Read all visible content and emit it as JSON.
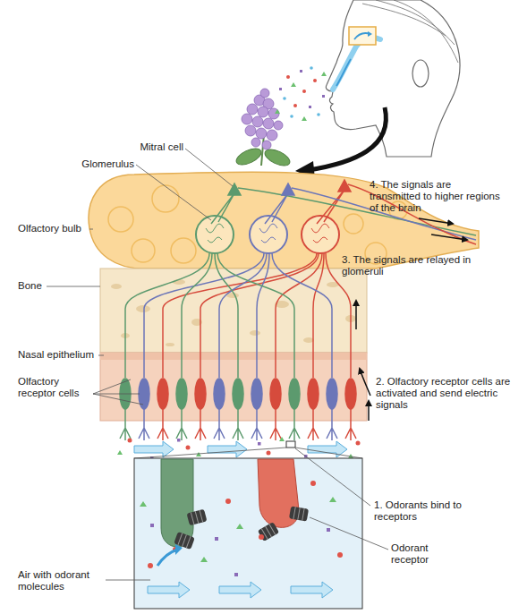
{
  "diagram": {
    "labels": [
      "Mitral cell",
      "Glomerulus",
      "4. The signals are transmitted to higher regions of the brain",
      "Olfactory bulb",
      "3. The signals are relayed in glomeruli",
      "Bone",
      "Nasal epithelium",
      "Olfactory receptor cells",
      "2. Olfactory receptor cells are activated and send electric signals",
      "1. Odorants bind to receptors",
      "Odorant receptor",
      "Air with odorant molecules"
    ]
  }
}
